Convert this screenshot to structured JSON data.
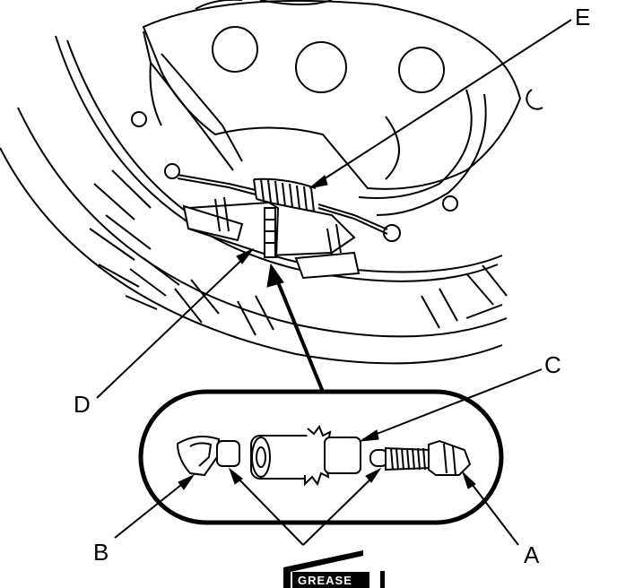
{
  "diagram": {
    "callouts": {
      "a": "A",
      "b": "B",
      "c": "C",
      "d": "D",
      "e": "E"
    },
    "grease_tag": "GREASE"
  },
  "colors": {
    "ink": "#000000",
    "paper": "#ffffff"
  }
}
